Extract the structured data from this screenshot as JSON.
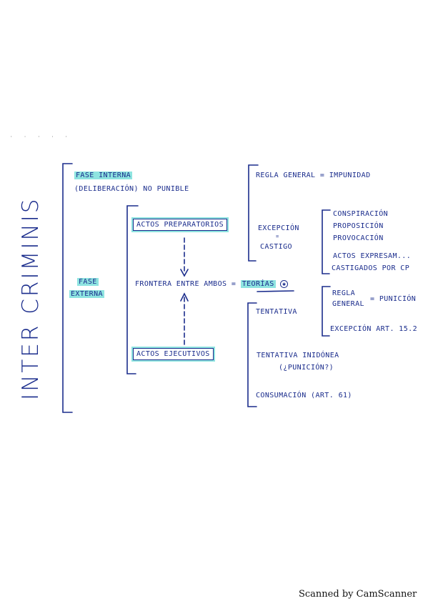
{
  "title": "INTER CRIMINIS",
  "fase_interna": {
    "label": "FASE INTERNA",
    "sub": "(DELIBERACIÓN) NO PUNIBLE"
  },
  "fase_externa": {
    "label_1": "FASE",
    "label_2": "EXTERNA",
    "actos_preparatorios": "ACTOS PREPARATORIOS",
    "frontera": "FRONTERA ENTRE AMBOS =",
    "teorias": "TEORÍAS",
    "asterisk": "✱",
    "actos_ejecutivos": "ACTOS EJECUTIVOS"
  },
  "preparatorios_branch": {
    "regla_general": "REGLA GENERAL = IMPUNIDAD",
    "excepcion_1": "EXCEPCIÓN",
    "excepcion_dash": "=",
    "excepcion_2": "CASTIGO",
    "conspiracion": "CONSPIRACIÓN",
    "proposicion": "PROPOSICIÓN",
    "provocacion": "PROVOCACIÓN",
    "actos_expresamente": "ACTOS EXPRESAM...",
    "castigados": "CASTIGADOS POR CP"
  },
  "ejecutivos_branch": {
    "tentativa": "TENTATIVA",
    "regla_1": "REGLA",
    "regla_2": "GENERAL",
    "regla_punicion": "= PUNICIÓN",
    "excepcion_art": "EXCEPCIÓN ART. 15.2",
    "tentativa_inidonea": "TENTATIVA INIDÓNEA",
    "punicion_q": "(¿PUNICIÓN?)",
    "consumacion": "CONSUMACIÓN (ART. 61)"
  },
  "footer": "Scanned by CamScanner",
  "colors": {
    "ink": "#1a2c8c",
    "highlight": "#8ee4e0"
  }
}
